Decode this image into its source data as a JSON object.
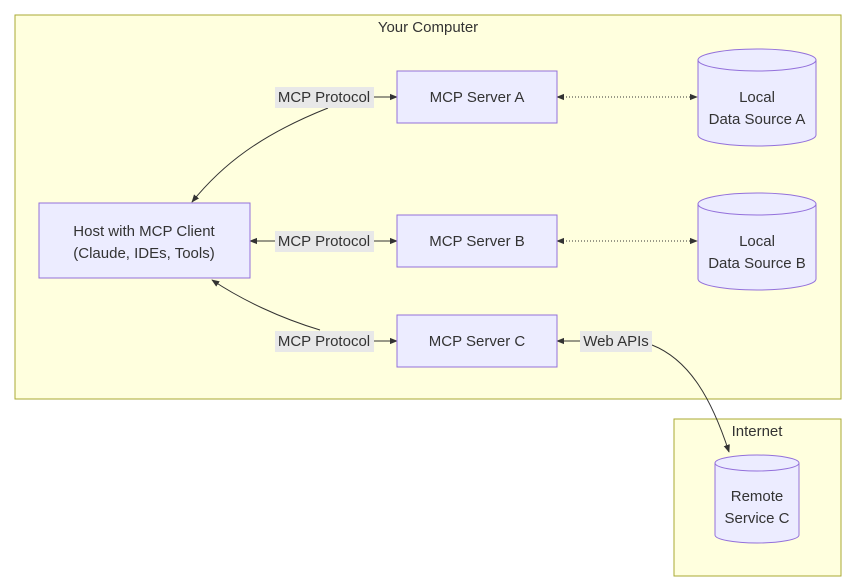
{
  "groups": {
    "computer": {
      "label": "Your Computer"
    },
    "internet": {
      "label": "Internet"
    }
  },
  "nodes": {
    "host": {
      "line1": "Host with MCP Client",
      "line2": "(Claude, IDEs, Tools)"
    },
    "server_a": {
      "label": "MCP Server A"
    },
    "server_b": {
      "label": "MCP Server B"
    },
    "server_c": {
      "label": "MCP Server C"
    },
    "source_a": {
      "line1": "Local",
      "line2": "Data Source A"
    },
    "source_b": {
      "line1": "Local",
      "line2": "Data Source B"
    },
    "remote_c": {
      "line1": "Remote",
      "line2": "Service C"
    }
  },
  "edge_labels": {
    "protocol_a": "MCP Protocol",
    "protocol_b": "MCP Protocol",
    "protocol_c": "MCP Protocol",
    "web_apis": "Web APIs"
  },
  "colors": {
    "group_fill": "#ffffde",
    "group_stroke": "#aaaa33",
    "node_fill": "#ececff",
    "node_stroke": "#9370db",
    "edge": "#333333",
    "label_bg": "#e8e8e8",
    "text": "#333333"
  }
}
